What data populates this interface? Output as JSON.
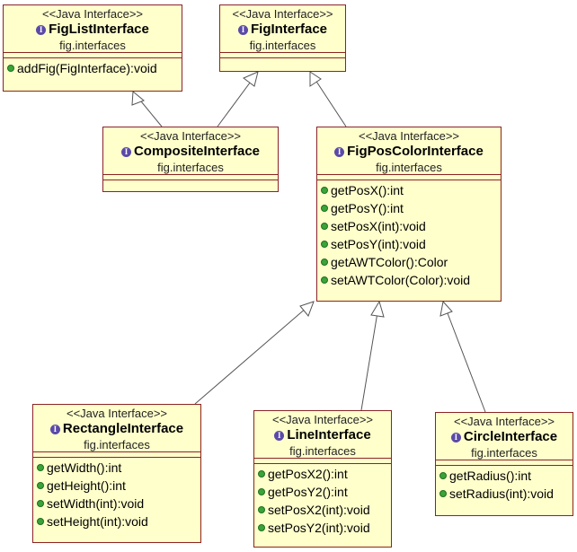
{
  "boxes": {
    "figlist": {
      "stereotype": "<<Java Interface>>",
      "name": "FigListInterface",
      "package": "fig.interfaces",
      "methods": [
        "addFig(FigInterface):void"
      ]
    },
    "fig": {
      "stereotype": "<<Java Interface>>",
      "name": "FigInterface",
      "package": "fig.interfaces",
      "methods": []
    },
    "composite": {
      "stereotype": "<<Java Interface>>",
      "name": "CompositeInterface",
      "package": "fig.interfaces",
      "methods": []
    },
    "figpos": {
      "stereotype": "<<Java Interface>>",
      "name": "FigPosColorInterface",
      "package": "fig.interfaces",
      "methods": [
        "getPosX():int",
        "getPosY():int",
        "setPosX(int):void",
        "setPosY(int):void",
        "getAWTColor():Color",
        "setAWTColor(Color):void"
      ]
    },
    "rect": {
      "stereotype": "<<Java Interface>>",
      "name": "RectangleInterface",
      "package": "fig.interfaces",
      "methods": [
        "getWidth():int",
        "getHeight():int",
        "setWidth(int):void",
        "setHeight(int):void"
      ]
    },
    "line": {
      "stereotype": "<<Java Interface>>",
      "name": "LineInterface",
      "package": "fig.interfaces",
      "methods": [
        "getPosX2():int",
        "getPosY2():int",
        "setPosX2(int):void",
        "setPosY2(int):void"
      ]
    },
    "circle": {
      "stereotype": "<<Java Interface>>",
      "name": "CircleInterface",
      "package": "fig.interfaces",
      "methods": [
        "getRadius():int",
        "setRadius(int):void"
      ]
    }
  },
  "icon": "interface-icon",
  "colors": {
    "fill": "#ffffcc",
    "border": "#8b2323",
    "icon": "#5b4aa8",
    "method": "#3aa33a",
    "line": "#555555"
  }
}
